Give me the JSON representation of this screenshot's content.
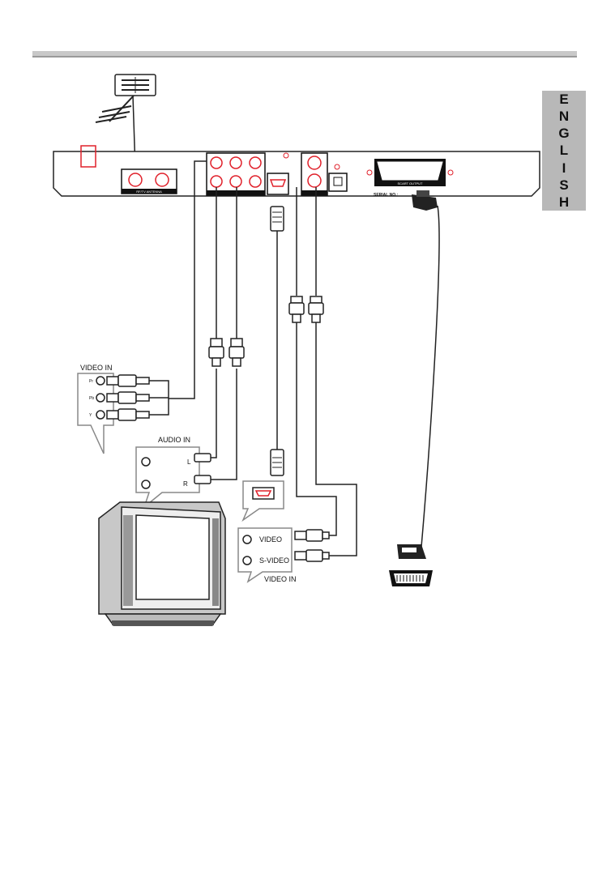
{
  "side_tab": {
    "letters": [
      "E",
      "N",
      "G",
      "L",
      "I",
      "S",
      "H"
    ]
  },
  "tv_panel": {
    "video_in_title": "VIDEO IN",
    "component_labels": [
      "Pr",
      "Pb",
      "Y"
    ],
    "audio_in_title": "AUDIO IN",
    "audio_left": "L",
    "audio_right": "R",
    "video_label": "VIDEO",
    "svideo_label": "S-VIDEO",
    "bottom_video_in_title": "VIDEO IN"
  },
  "player_panel": {
    "antenna_label": "RF/TV ANTENNA",
    "scart_label": "SCART OUTPUT",
    "serial_label": "SERIAL NO.:"
  },
  "colors": {
    "accent": "#e0202a",
    "line": "#222222",
    "header_bar": "#c8c8c8",
    "side_tab": "#b8b8b8"
  }
}
